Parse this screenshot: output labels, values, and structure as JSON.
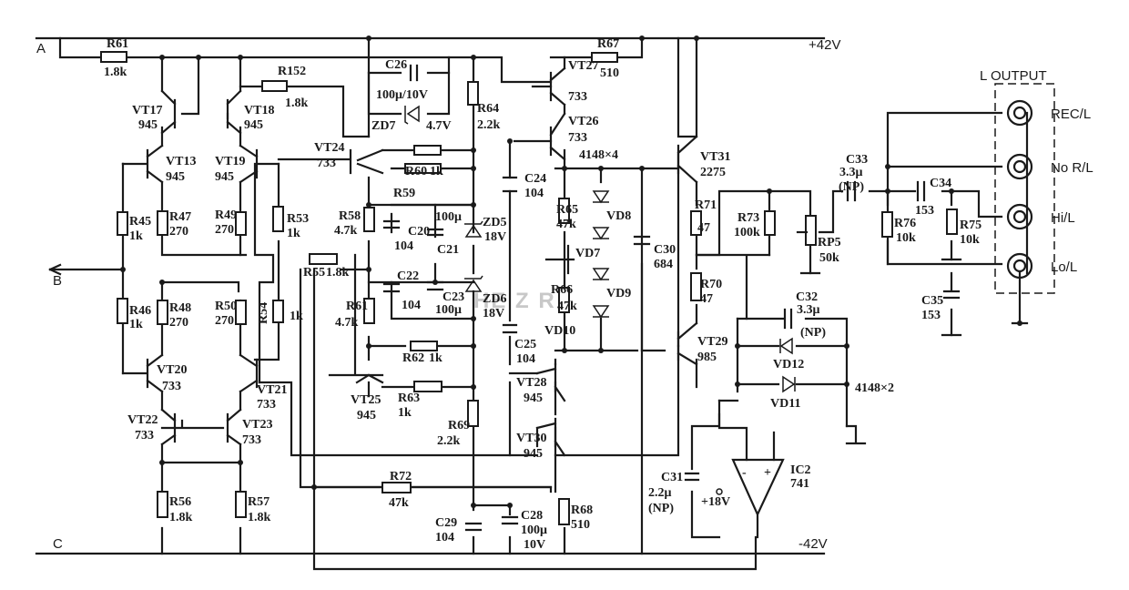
{
  "rails": {
    "pos_node": "A",
    "pos_supply": "+42V",
    "in_node": "B",
    "neg_node": "C",
    "neg_supply": "-42V"
  },
  "output": {
    "title": "L OUTPUT",
    "jacks": [
      "REC/L",
      "No R/L",
      "Hi/L",
      "Lo/L"
    ]
  },
  "parts": {
    "R61a": [
      "R61",
      "1.8k"
    ],
    "R152": [
      "R152",
      "1.8k"
    ],
    "R67": [
      "R67",
      "510"
    ],
    "C26": [
      "C26",
      "100μ/10V"
    ],
    "ZD7": [
      "ZD7",
      "4.7V"
    ],
    "R64": [
      "R64",
      "2.2k"
    ],
    "VT27": [
      "VT27",
      "733"
    ],
    "VT26": [
      "VT26",
      "733"
    ],
    "VT17": [
      "VT17",
      "945"
    ],
    "VT18": [
      "VT18",
      "945"
    ],
    "VT13": [
      "VT13",
      "945"
    ],
    "VT19": [
      "VT19",
      "945"
    ],
    "VT24": [
      "VT24",
      "733"
    ],
    "R60": [
      "R60",
      "1k"
    ],
    "R59": [
      "R59"
    ],
    "C24": [
      "C24",
      "104"
    ],
    "D4148": [
      "4148×4"
    ],
    "VT31": [
      "VT31",
      "2275"
    ],
    "C33": [
      "C33",
      "3.3μ",
      "(NP)"
    ],
    "C34": [
      "C34",
      "153"
    ],
    "R45": [
      "R45",
      "1k"
    ],
    "R47": [
      "R47",
      "270"
    ],
    "R49": [
      "R49",
      "270"
    ],
    "R53": [
      "R53",
      "1k"
    ],
    "R58": [
      "R58",
      "4.7k"
    ],
    "C20": [
      "C20",
      "104"
    ],
    "C21": [
      "C21",
      "100μ"
    ],
    "ZD5": [
      "ZD5",
      "18V"
    ],
    "R65": [
      "R65",
      "47k"
    ],
    "VD8": [
      "VD8"
    ],
    "C30": [
      "C30",
      "684"
    ],
    "R71": [
      "R71",
      "47"
    ],
    "R73": [
      "R73",
      "100k"
    ],
    "RP5": [
      "RP5",
      "50k"
    ],
    "R76": [
      "R76",
      "10k"
    ],
    "R75": [
      "R75",
      "10k"
    ],
    "VD7": [
      "VD7"
    ],
    "R55": [
      "R55",
      "1.8k"
    ],
    "C22": [
      "C22",
      "104"
    ],
    "C23": [
      "C23",
      "100μ"
    ],
    "ZD6": [
      "ZD6",
      "18V"
    ],
    "R66": [
      "R66",
      "47k"
    ],
    "VD9": [
      "VD9"
    ],
    "R70": [
      "R70",
      "47"
    ],
    "C35": [
      "C35",
      "153"
    ],
    "R46": [
      "R46",
      "1k"
    ],
    "R48": [
      "R48",
      "270"
    ],
    "R50": [
      "R50",
      "270"
    ],
    "R54": [
      "R54",
      "1k"
    ],
    "R61b": [
      "R61",
      "4.7k"
    ],
    "VD10": [
      "VD10"
    ],
    "C32": [
      "C32",
      "3.3μ",
      "(NP)"
    ],
    "VD12": [
      "VD12"
    ],
    "VT29": [
      "VT29",
      "985"
    ],
    "R62": [
      "R62",
      "1k"
    ],
    "C25": [
      "C25",
      "104"
    ],
    "VT20": [
      "VT20",
      "733"
    ],
    "VT21": [
      "VT21",
      "733"
    ],
    "VT25": [
      "VT25",
      "945"
    ],
    "R63": [
      "R63",
      "1k"
    ],
    "VT28": [
      "VT28",
      "945"
    ],
    "VD11": [
      "VD11"
    ],
    "D4148x2": [
      "4148×2"
    ],
    "VT22": [
      "VT22",
      "733"
    ],
    "VT23": [
      "VT23",
      "733"
    ],
    "R69": [
      "R69",
      "2.2k"
    ],
    "VT30": [
      "VT30",
      "945"
    ],
    "C31": [
      "C31",
      "2.2μ",
      "(NP)"
    ],
    "IC2": [
      "IC2",
      "741"
    ],
    "IC2supply": [
      "+18V"
    ],
    "R72": [
      "R72",
      "47k"
    ],
    "R56": [
      "R56",
      "1.8k"
    ],
    "R57": [
      "R57",
      "1.8k"
    ],
    "C29": [
      "C29",
      "104"
    ],
    "C28": [
      "C28",
      "100μ",
      "10V"
    ],
    "R68": [
      "R68",
      "510"
    ]
  },
  "watermark": "HE Z R",
  "opamp": {
    "minus": "-",
    "plus": "+"
  }
}
